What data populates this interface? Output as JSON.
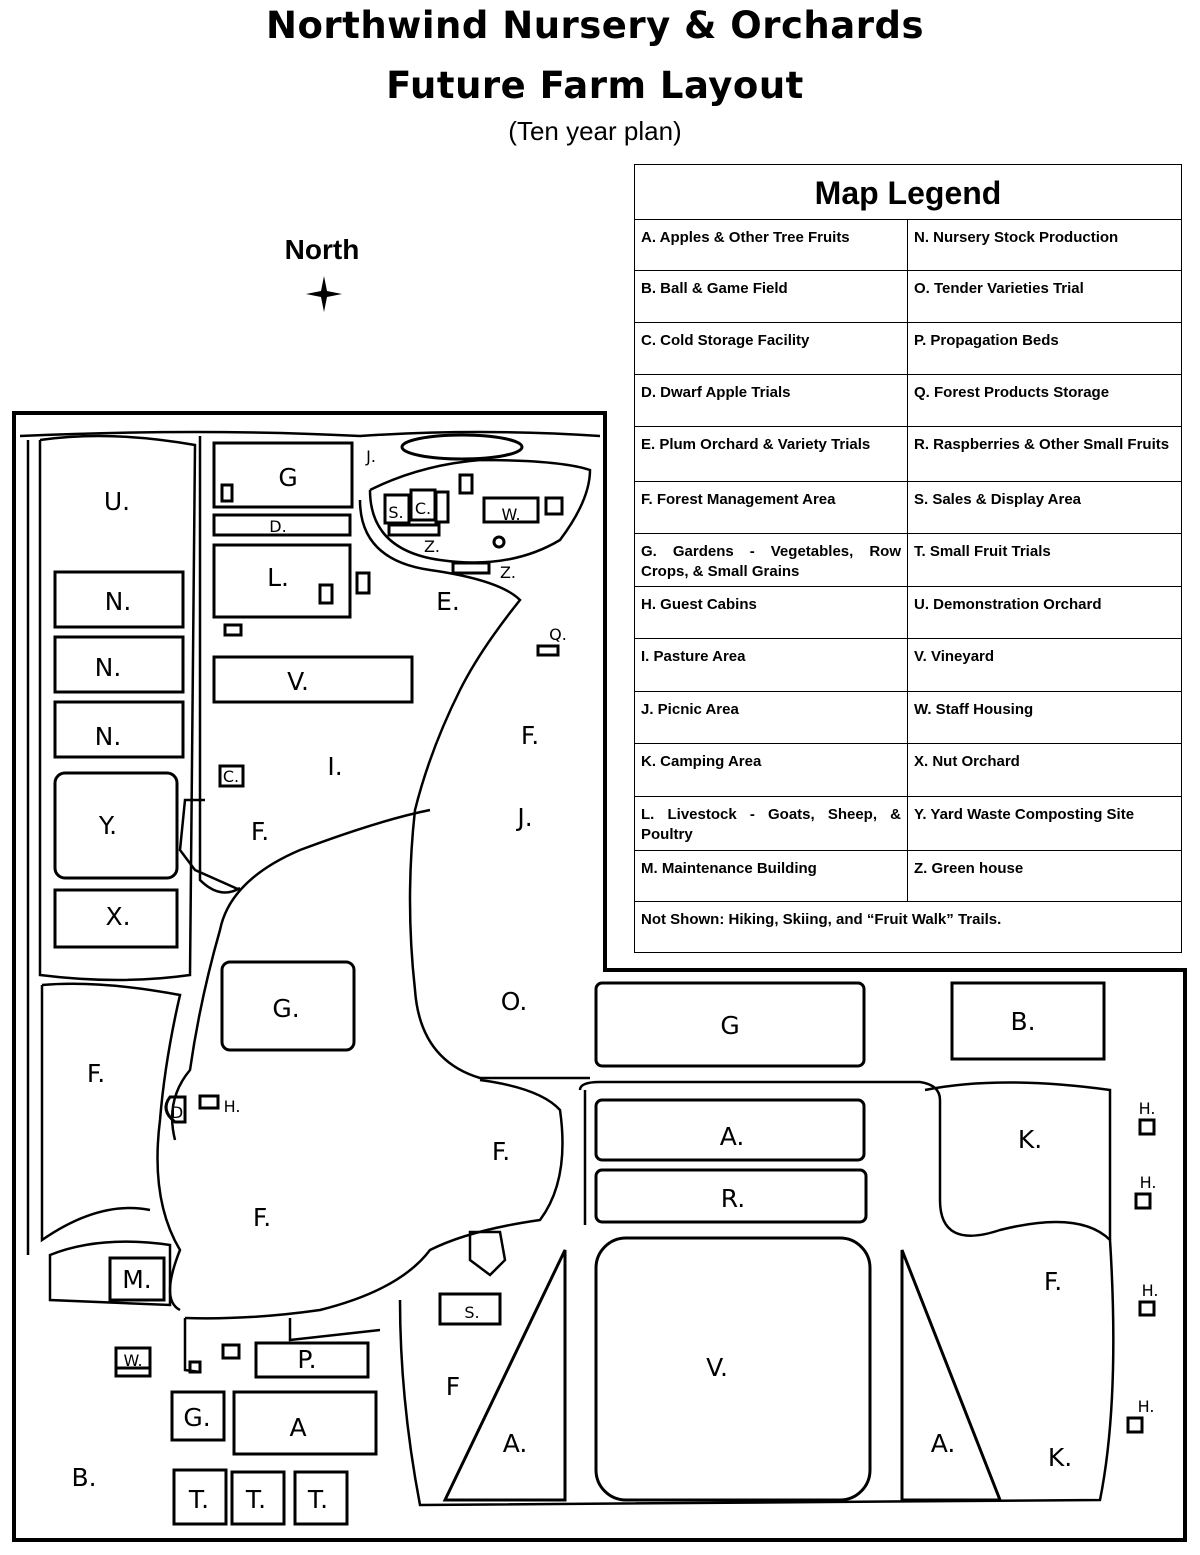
{
  "header": {
    "title_line1": "Northwind Nursery & Orchards",
    "title_line2": "Future Farm Layout",
    "subtitle": "(Ten year plan)"
  },
  "compass": {
    "label": "North",
    "icon": "compass-star-icon"
  },
  "legend": {
    "title": "Map Legend",
    "rows": [
      [
        "A.  Apples & Other Tree Fruits",
        "N.  Nursery Stock Production"
      ],
      [
        "B.  Ball & Game Field",
        "O.  Tender Varieties Trial"
      ],
      [
        "C.  Cold Storage Facility",
        "P.  Propagation Beds"
      ],
      [
        "D.  Dwarf Apple Trials",
        "Q.  Forest Products Storage"
      ],
      [
        "E.  Plum Orchard & Variety Trials",
        "R.  Raspberries & Other Small Fruits"
      ],
      [
        "F.  Forest Management Area",
        "S.  Sales & Display Area"
      ],
      [
        "G.  Gardens - Vegetables, Row Crops, & Small Grains",
        "T.  Small Fruit Trials"
      ],
      [
        "H.  Guest Cabins",
        "U.  Demonstration Orchard"
      ],
      [
        "I.  Pasture Area",
        "V.  Vineyard"
      ],
      [
        "J.  Picnic Area",
        "W.  Staff Housing"
      ],
      [
        "K.  Camping Area",
        "X.  Nut Orchard"
      ],
      [
        "L.  Livestock - Goats, Sheep, & Poultry",
        "Y.  Yard Waste Composting Site"
      ],
      [
        "M.  Maintenance Building",
        "Z.  Green house"
      ]
    ],
    "note": "Not Shown:  Hiking, Skiing, and “Fruit Walk” Trails."
  },
  "map_labels": {
    "U": "U.",
    "N1": "N.",
    "N2": "N.",
    "N3": "N.",
    "Y": "Y.",
    "X": "X.",
    "G_top": "G",
    "D_top": "D.",
    "L": "L.",
    "V_mid": "V.",
    "J_top": "J.",
    "S_top": "S.",
    "C_top": "C.",
    "W_top": "W.",
    "Z1": "Z.",
    "Z2": "Z.",
    "E": "E.",
    "Q": "Q.",
    "I": "I.",
    "C_mid": "C.",
    "F_mid": "F.",
    "F_right": "F.",
    "J_right": "J.",
    "O": "O.",
    "G_mid": "G.",
    "G_right": "G",
    "B_right": "B.",
    "F_left": "F.",
    "D_left": "D",
    "H_left": "H.",
    "F_center": "F.",
    "F_lower": "F.",
    "A_top": "A.",
    "R": "R.",
    "K1": "K.",
    "F_east": "F.",
    "M": "M.",
    "S_low": "S.",
    "V_big": "V.",
    "W_low": "W.",
    "P": "P.",
    "G_low": "G.",
    "A_low": "A",
    "F_sw": "F",
    "A_tri1": "A.",
    "A_tri2": "A.",
    "K2": "K.",
    "B_left": "B.",
    "T1": "T.",
    "T2": "T.",
    "T3": "T.",
    "H1": "H.",
    "H2": "H.",
    "H3": "H.",
    "H4": "H."
  }
}
